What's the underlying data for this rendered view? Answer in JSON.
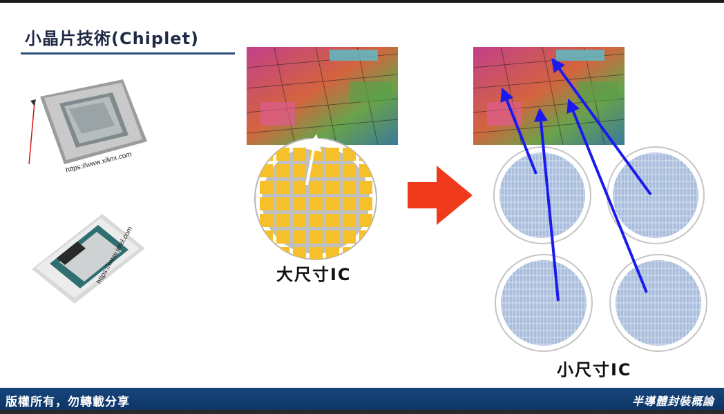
{
  "slide": {
    "title": "小晶片技術(Chiplet)",
    "large_ic_caption": "大尺寸IC",
    "small_ic_caption": "小尺寸IC"
  },
  "sources": {
    "xilinx_url": "https://www.xilinx.com",
    "intel_url": "https://www.intel.com"
  },
  "footer": {
    "left_text": "版權所有，勿轉載分享",
    "right_text": "半導體封裝概論"
  },
  "colors": {
    "title": "#1f2a44",
    "footer_bg": "#17457c",
    "large_die": "#f5c02a",
    "small_die": "#a9bddc",
    "arrow_red": "#f03a1c",
    "pointer_blue": "#1a1aee"
  }
}
